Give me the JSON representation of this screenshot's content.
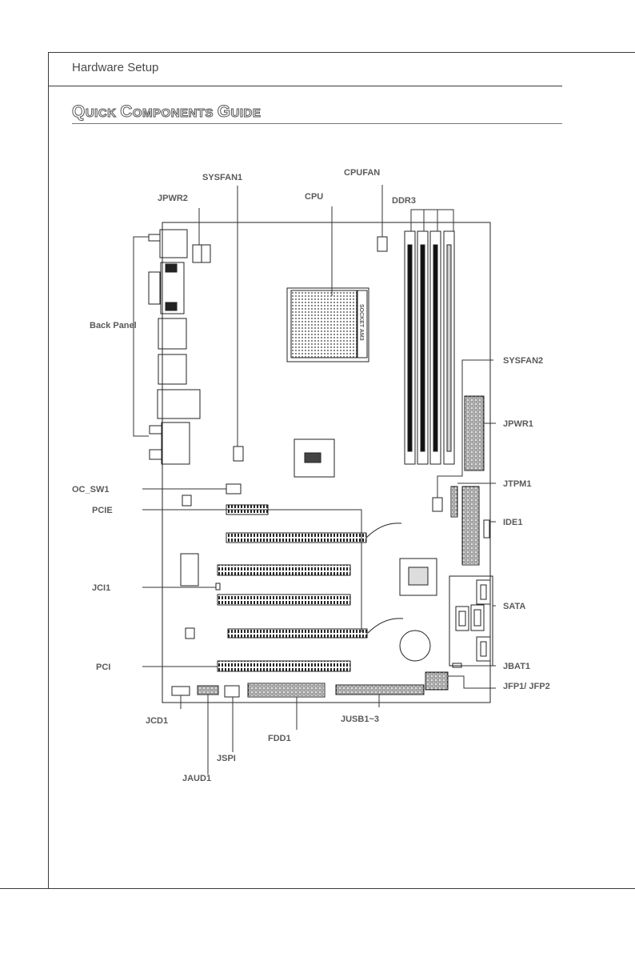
{
  "header": {
    "section": "Hardware Setup"
  },
  "guide": {
    "title_cap1": "Q",
    "title_rest1": "UICK ",
    "title_cap2": "C",
    "title_rest2": "OMPONENTS ",
    "title_cap3": "G",
    "title_rest3": "UIDE"
  },
  "labels": {
    "sysfan1": "SYSFAN1",
    "cpufan": "CPUFAN",
    "jpwr2": "JPWR2",
    "cpu": "CPU",
    "ddr3": "DDR3",
    "back_panel": "Back Panel",
    "socket": "SOCKET AM3",
    "sysfan2": "SYSFAN2",
    "jpwr1": "JPWR1",
    "oc_sw1": "OC_SW1",
    "jtpm1": "JTPM1",
    "pcie": "PCIE",
    "ide1": "IDE1",
    "jci1": "JCI1",
    "sata": "SATA",
    "pci": "PCI",
    "jbat1": "JBAT1",
    "jfp": "JFP1/  JFP2",
    "jcd1": "JCD1",
    "jusb": "JUSB1~3",
    "fdd1": "FDD1",
    "jspi": "JSPI",
    "jaud1": "JAUD1"
  }
}
